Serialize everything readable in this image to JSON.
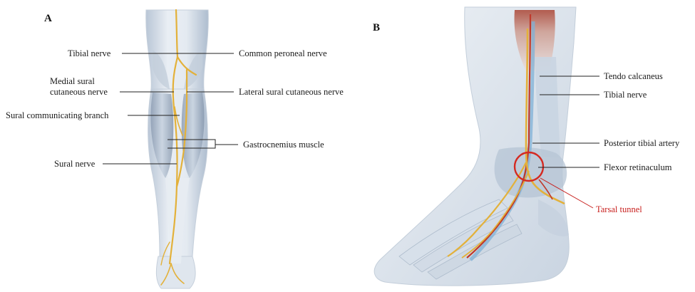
{
  "figure": {
    "panel_a": {
      "letter": "A",
      "labels": {
        "tibial_nerve": "Tibial nerve",
        "common_peroneal": "Common peroneal nerve",
        "medial_sural_1": "Medial sural",
        "medial_sural_2": "cutaneous nerve",
        "lateral_sural": "Lateral sural cutaneous nerve",
        "sural_communicating": "Sural communicating branch",
        "gastrocnemius": "Gastrocnemius muscle",
        "sural_nerve": "Sural nerve"
      }
    },
    "panel_b": {
      "letter": "B",
      "labels": {
        "tendo_calcaneus": "Tendo calcaneus",
        "tibial_nerve": "Tibial nerve",
        "posterior_tibial_artery": "Posterior tibial artery",
        "flexor_retinaculum": "Flexor retinaculum",
        "tarsal_tunnel": "Tarsal tunnel"
      }
    },
    "colors": {
      "nerve": "#e3b13a",
      "artery": "#c0392b",
      "tarsal_circle": "#d42a22",
      "bone": "#dfe6ef",
      "muscle": "#aebccc"
    }
  }
}
